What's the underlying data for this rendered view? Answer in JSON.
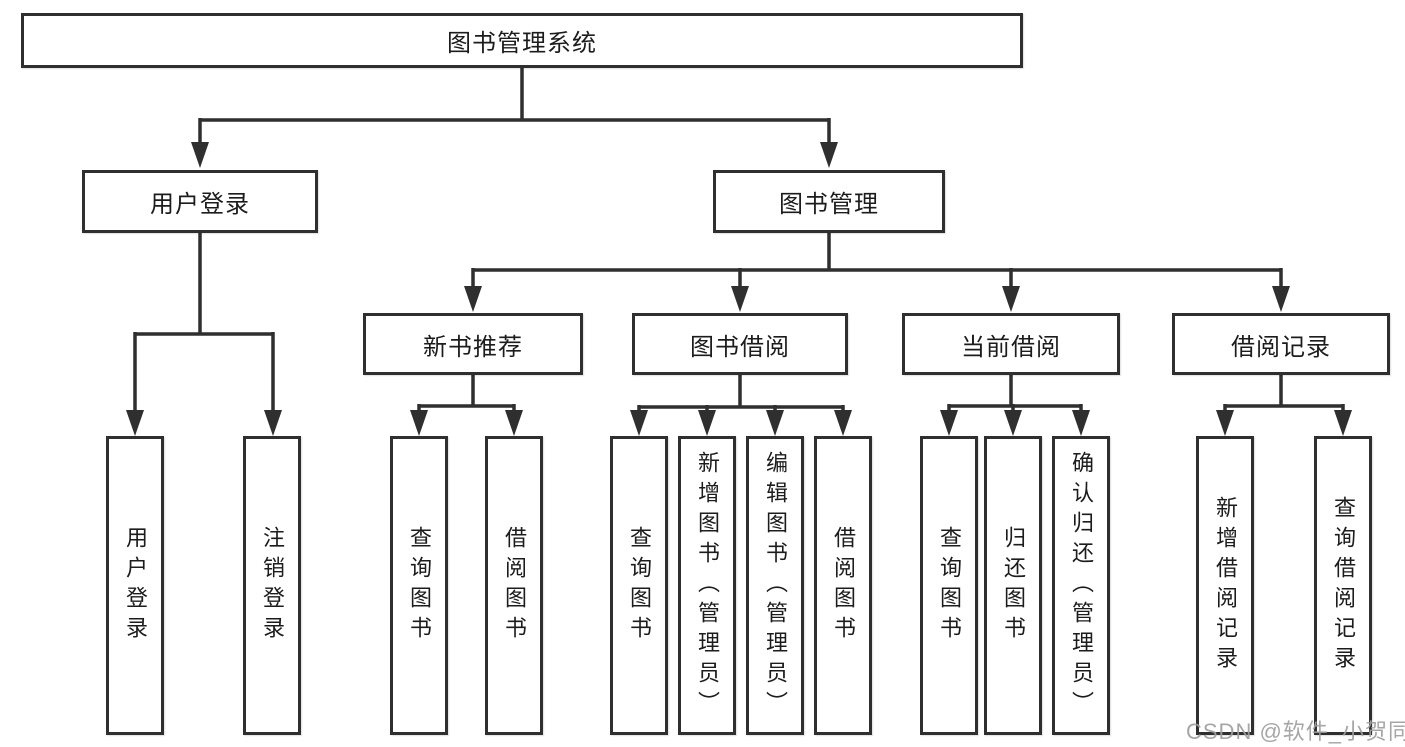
{
  "diagram": {
    "type": "tree",
    "root": {
      "id": "root",
      "label": "图书管理系统",
      "children": [
        {
          "id": "user-login",
          "label": "用户登录",
          "children": [
            {
              "id": "leaf-user-login",
              "label": "用户登录"
            },
            {
              "id": "leaf-logout",
              "label": "注销登录"
            }
          ]
        },
        {
          "id": "book-management",
          "label": "图书管理",
          "children": [
            {
              "id": "new-book-recommend",
              "label": "新书推荐",
              "children": [
                {
                  "id": "leaf-query-book-recommend",
                  "label": "查询图书"
                },
                {
                  "id": "leaf-borrow-book-recommend",
                  "label": "借阅图书"
                }
              ]
            },
            {
              "id": "book-borrow",
              "label": "图书借阅",
              "children": [
                {
                  "id": "leaf-query-book-borrow",
                  "label": "查询图书"
                },
                {
                  "id": "leaf-add-book",
                  "label": "新增图书（管理员）"
                },
                {
                  "id": "leaf-edit-book",
                  "label": "编辑图书（管理员）"
                },
                {
                  "id": "leaf-borrow-book",
                  "label": "借阅图书"
                }
              ]
            },
            {
              "id": "current-borrow",
              "label": "当前借阅",
              "children": [
                {
                  "id": "leaf-query-book-current",
                  "label": "查询图书"
                },
                {
                  "id": "leaf-return-book",
                  "label": "归还图书"
                },
                {
                  "id": "leaf-confirm-return",
                  "label": "确认归还（管理员）"
                }
              ]
            },
            {
              "id": "borrow-records",
              "label": "借阅记录",
              "children": [
                {
                  "id": "leaf-add-borrow-record",
                  "label": "新增借阅记录"
                },
                {
                  "id": "leaf-query-borrow-record",
                  "label": "查询借阅记录"
                }
              ]
            }
          ]
        }
      ]
    }
  },
  "watermark": {
    "text": "CSDN @软件_小贺同学"
  },
  "colors": {
    "line": "#2f2f2f",
    "text": "#1c1c1c",
    "box_background": "#ffffff",
    "page_background": "#ffffff",
    "watermark": "#9e9ea0"
  }
}
